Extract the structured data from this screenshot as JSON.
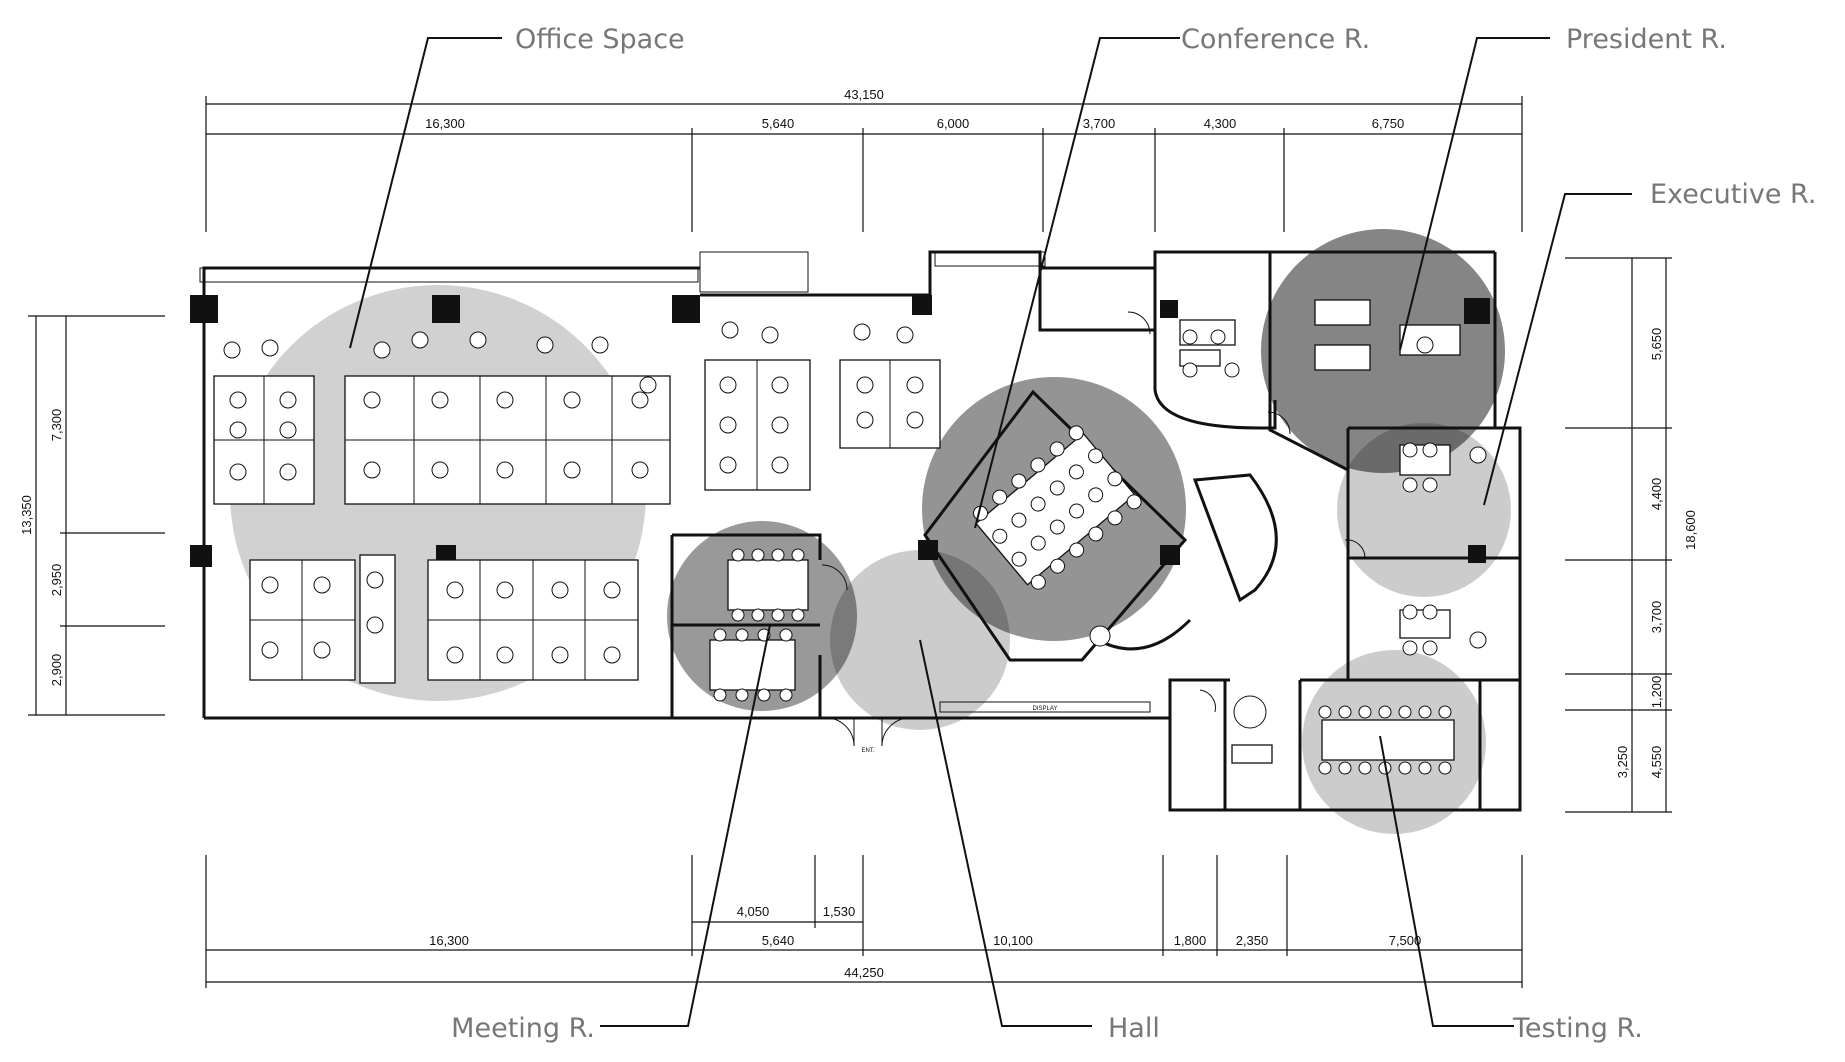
{
  "labels": {
    "office_space": "Office Space",
    "conference": "Conference R.",
    "president": "President R.",
    "executive": "Executive R.",
    "meeting": "Meeting R.",
    "hall": "Hall",
    "testing": "Testing R."
  },
  "dimensions": {
    "top_total": "43,150",
    "top_segments": [
      "16,300",
      "5,640",
      "6,000",
      "3,700",
      "4,300",
      "6,750"
    ],
    "bottom_total": "44,250",
    "bottom_segments": [
      "16,300",
      "5,640",
      "10,100",
      "1,800",
      "2,350",
      "7,500"
    ],
    "bottom_sub": [
      "4,050",
      "1,530"
    ],
    "left_total": "13,350",
    "left_segments": [
      "7,300",
      "2,950",
      "2,900"
    ],
    "right_total": "18,600",
    "right_segments": [
      "5,650",
      "4,400",
      "3,700",
      "1,200",
      "4,550"
    ],
    "right_sub": "3,250"
  },
  "annotations": {
    "display": "DISPLAY",
    "entrance": "ENT."
  },
  "colors": {
    "zone_fill": "#000000",
    "label_text": "#777777",
    "line": "#111111"
  }
}
